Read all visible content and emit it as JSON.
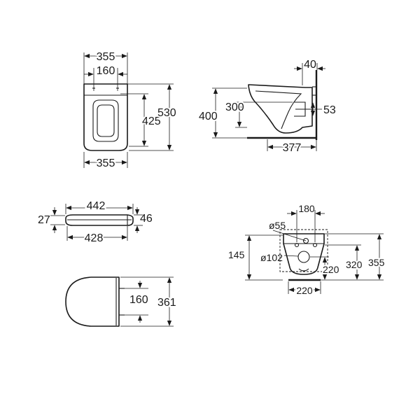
{
  "views": {
    "top": {
      "width_top": "355",
      "fixing_spacing": "160",
      "length_to_fixing": "425",
      "length_total": "530",
      "width_bottom": "355"
    },
    "side": {
      "wall_offset": "40",
      "height_total": "400",
      "height_inner": "300",
      "outlet_height": "53",
      "projection": "377"
    },
    "seat_side": {
      "length_total": "442",
      "height_front": "27",
      "height_rear": "46",
      "length_inner": "428"
    },
    "seat_top": {
      "hinge_spacing": "160",
      "depth": "361"
    },
    "rear": {
      "spacing_top": "180",
      "inlet_diameter": "ø55",
      "outlet_diameter": "ø102",
      "height_left": "145",
      "outlet_height": "220",
      "inlet_height": "320",
      "height_total": "355",
      "bottom_spacing": "220"
    }
  }
}
